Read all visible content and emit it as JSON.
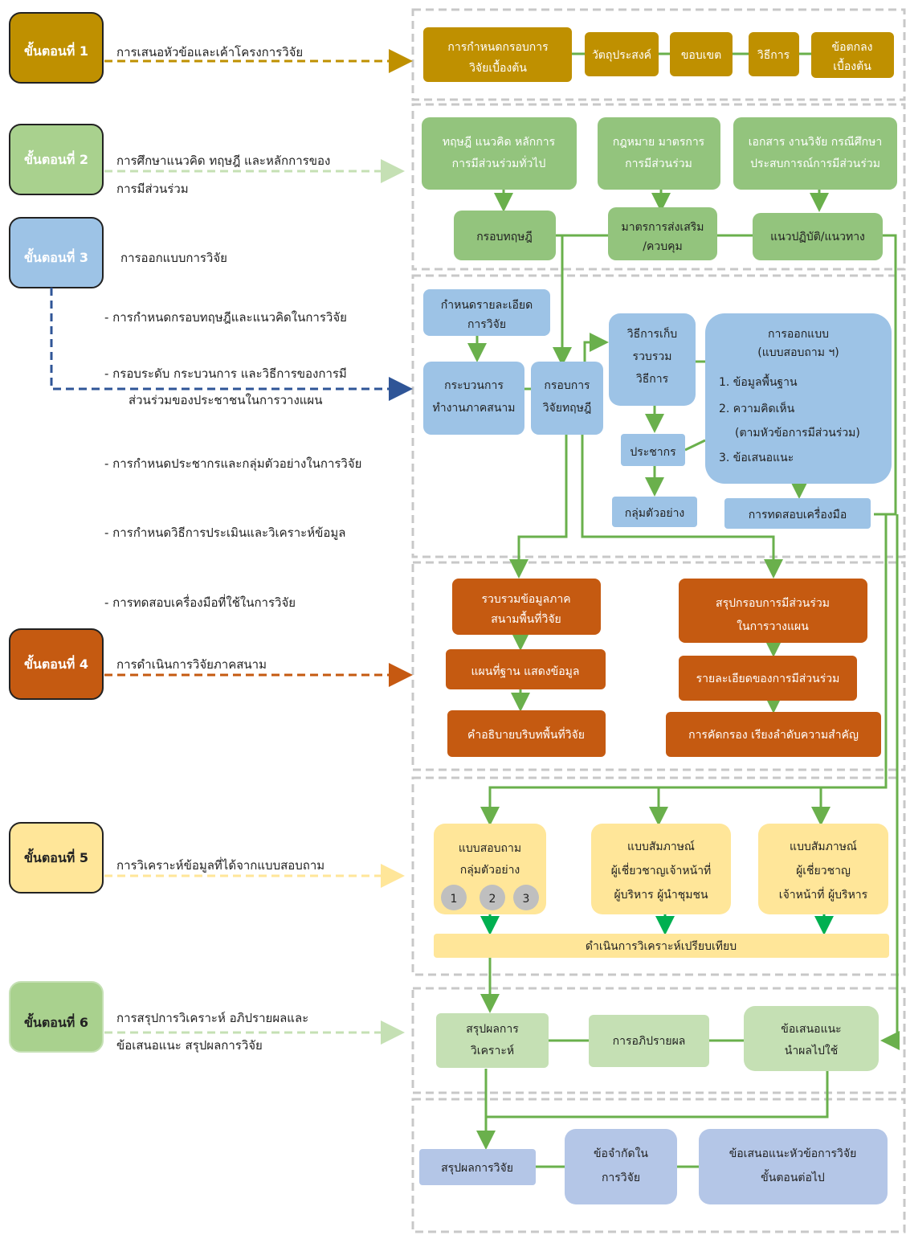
{
  "colors": {
    "gold": "#c09000",
    "green": "#93c47d",
    "blue": "#9fc5e8",
    "orange": "#c65911",
    "yellow": "#ffe599",
    "light_green": "#b6d7a8",
    "lavender": "#b4c6e7",
    "connector": "#6ab04c"
  },
  "steps": [
    {
      "label": "ขั้นตอนที่ 1",
      "desc": [
        "การเสนอหัวข้อและเค้าโครงการวิจัย"
      ]
    },
    {
      "label": "ขั้นตอนที่ 2",
      "desc": [
        "การศึกษาแนวคิด ทฤษฎี และหลักการของ",
        "การมีส่วนร่วม"
      ]
    },
    {
      "label": "ขั้นตอนที่ 3",
      "desc": [
        "การออกแบบการวิจัย"
      ]
    },
    {
      "label": "ขั้นตอนที่ 4",
      "desc": [
        "การดำเนินการวิจัยภาคสนาม"
      ]
    },
    {
      "label": "ขั้นตอนที่ 5",
      "desc": [
        "การวิเคราะห์ข้อมูลที่ได้จากแบบสอบถาม"
      ]
    },
    {
      "label": "ขั้นตอนที่ 6",
      "desc": [
        "การสรุปการวิเคราะห์ อภิปรายผลและ",
        "ข้อเสนอแนะ สรุปผลการวิจัย"
      ]
    }
  ],
  "step3_items": [
    [
      "- การกำหนดกรอบทฤษฎีและแนวคิดในการวิจัย"
    ],
    [
      "- กรอบระดับ กระบวนการ และวิธีการของการมี",
      "ส่วนร่วมของประชาชนในการวางแผน"
    ],
    [
      "- การกำหนดประชากรและกลุ่มตัวอย่างในการวิจัย"
    ],
    [
      "- การกำหนดวิธีการประเมินและวิเคราะห์ข้อมูล"
    ],
    [
      "- การทดสอบเครื่องมือที่ใช้ในการวิจัย"
    ]
  ],
  "zone1": {
    "boxes": [
      [
        "การกำหนดกรอบการ",
        "วิจัยเบื้องต้น"
      ],
      [
        "วัตถุประสงค์"
      ],
      [
        "ขอบเขต"
      ],
      [
        "วิธีการ"
      ],
      [
        "ข้อตกลง",
        "เบื้องต้น"
      ]
    ]
  },
  "zone2": {
    "top": [
      [
        "ทฤษฎี แนวคิด หลักการ",
        "การมีส่วนร่วมทั่วไป"
      ],
      [
        "กฎหมาย มาตรการ",
        "การมีส่วนร่วม"
      ],
      [
        "เอกสาร งานวิจัย กรณีศึกษา",
        "ประสบการณ์การมีส่วนร่วม"
      ]
    ],
    "bottom": [
      [
        "กรอบทฤษฎี"
      ],
      [
        "มาตรการส่งเสริม",
        "/ควบคุม"
      ]
    ],
    "right_bottom": [
      "แนวปฏิบัติ/แนวทาง"
    ]
  },
  "zone3": {
    "detail": [
      "กำหนดรายละเอียด",
      "การวิจัย"
    ],
    "fieldwork": [
      "กระบวนการ",
      "ทำงานภาคสนาม"
    ],
    "framework": [
      "กรอบการ",
      "วิจัยทฤษฎี"
    ],
    "collect": [
      "วิธีการเก็บ",
      "รวบรวม",
      "วิธีการ"
    ],
    "population": [
      "ประชากร"
    ],
    "sample": [
      "กลุ่มตัวอย่าง"
    ],
    "design": [
      "การออกแบบ",
      "(แบบสอบถาม ฯ)",
      "1. ข้อมูลพื้นฐาน",
      "2. ความคิดเห็น",
      "(ตามหัวข้อการมีส่วนร่วม)",
      "3. ข้อเสนอแนะ"
    ],
    "testing": [
      "การทดสอบเครื่องมือ"
    ]
  },
  "zone4": {
    "left": [
      [
        "รวบรวมข้อมูลภาค",
        "สนามพื้นที่วิจัย"
      ],
      [
        "แผนที่ฐาน แสดงข้อมูล"
      ],
      [
        "คำอธิบายบริบทพื้นที่วิจัย"
      ]
    ],
    "right": [
      [
        "สรุปกรอบการมีส่วนร่วม",
        "ในการวางแผน"
      ],
      [
        "รายละเอียดของการมีส่วนร่วม"
      ],
      [
        "การคัดกรอง เรียงลำดับความสำคัญ"
      ]
    ]
  },
  "zone5": {
    "boxes": [
      [
        "แบบสอบถาม",
        "กลุ่มตัวอย่าง"
      ],
      [
        "แบบสัมภาษณ์",
        "ผู้เชี่ยวชาญเจ้าหน้าที่",
        "ผู้บริหาร ผู้นำชุมชน"
      ],
      [
        "แบบสัมภาษณ์",
        "ผู้เชี่ยวชาญ",
        "เจ้าหน้าที่ ผู้บริหาร"
      ]
    ],
    "groups": [
      "1",
      "2",
      "3"
    ],
    "compare": "ดำเนินการวิเคราะห์เปรียบเทียบ"
  },
  "zone6": {
    "boxes": [
      [
        "สรุปผลการ",
        "วิเคราะห์"
      ],
      [
        "การอภิปรายผล"
      ],
      [
        "ข้อเสนอแนะ",
        "นำผลไปใช้"
      ]
    ]
  },
  "zone7": {
    "boxes": [
      [
        "สรุปผลการวิจัย"
      ],
      [
        "ข้อจำกัดใน",
        "การวิจัย"
      ],
      [
        "ข้อเสนอแนะหัวข้อการวิจัย",
        "ขั้นตอนต่อไป"
      ]
    ]
  }
}
